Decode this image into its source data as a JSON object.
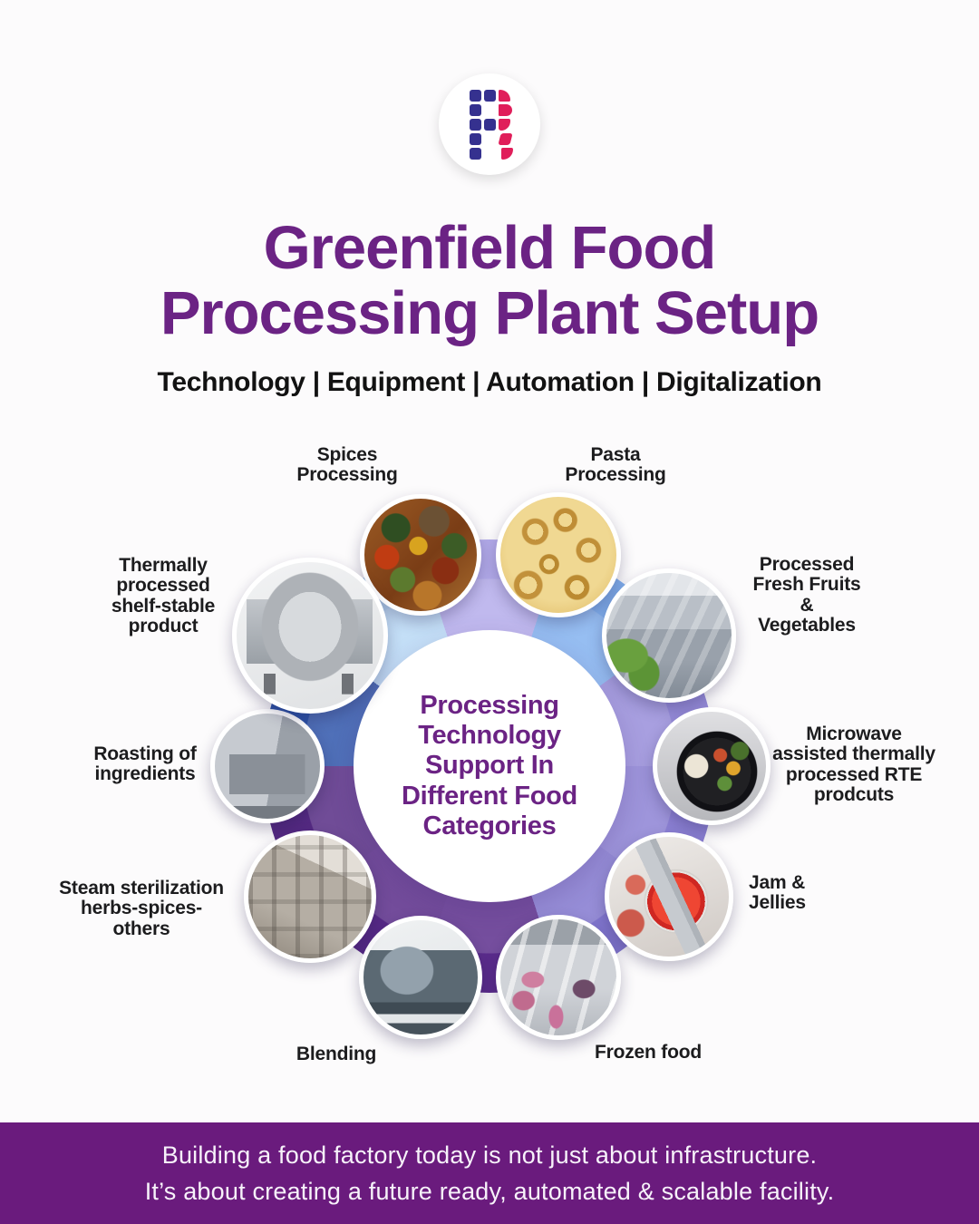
{
  "logo": {
    "glyph": "pixel-letter-R",
    "navy": "#35318f",
    "pink": "#e01e5a"
  },
  "header": {
    "title_line1": "Greenfield Food",
    "title_line2": "Processing Plant Setup",
    "title_color": "#6b2384",
    "subtitle": "Technology | Equipment | Automation | Digitalization"
  },
  "wheel": {
    "center_lines": [
      "Processing",
      "Technology",
      "Support In",
      "Different Food",
      "Categories"
    ],
    "segment_colors": [
      "#b4aceb",
      "#82b1ef",
      "#978dda",
      "#8c81d4",
      "#8277cf",
      "#5b2c8c",
      "#582a88",
      "#552a83",
      "#2e55ab",
      "#b9d9f6"
    ]
  },
  "items": [
    {
      "id": "spices",
      "lines": [
        "Spices",
        "Processing"
      ],
      "image": "assorted spices, herbs and chilies pile"
    },
    {
      "id": "pasta",
      "lines": [
        "Pasta",
        "Processing"
      ],
      "image": "dry macaroni and fusilli pasta"
    },
    {
      "id": "fruits_veg",
      "lines": [
        "Processed",
        "Fresh Fruits",
        "&",
        "Vegetables"
      ],
      "image": "vegetable processing conveyor line"
    },
    {
      "id": "rte",
      "lines": [
        "Microwave",
        "assisted thermally",
        "processed RTE",
        "prodcuts"
      ],
      "image": "ready-to-eat meal tray with rice and vegetables"
    },
    {
      "id": "jam",
      "lines": [
        "Jam &",
        "Jellies"
      ],
      "image": "jar of red strawberry jam with spoon"
    },
    {
      "id": "frozen",
      "lines": [
        "Frozen food"
      ],
      "image": "frozen berries on processing conveyor"
    },
    {
      "id": "blending",
      "lines": [
        "Blending"
      ],
      "image": "industrial blending machine"
    },
    {
      "id": "steam",
      "lines": [
        "Steam sterilization",
        "herbs-spices-",
        "others"
      ],
      "image": "steam sterilization plant equipment"
    },
    {
      "id": "roasting",
      "lines": [
        "Roasting of",
        "ingredients"
      ],
      "image": "industrial roasting machine"
    },
    {
      "id": "thermally",
      "lines": [
        "Thermally",
        "processed",
        "shelf-stable",
        "product"
      ],
      "image": "horizontal retort autoclave machine"
    }
  ],
  "footer": {
    "bg": "#6a1b7d",
    "line1": "Building a food factory today is not just about infrastructure.",
    "line2": "It’s about creating a future ready, automated & scalable facility."
  }
}
